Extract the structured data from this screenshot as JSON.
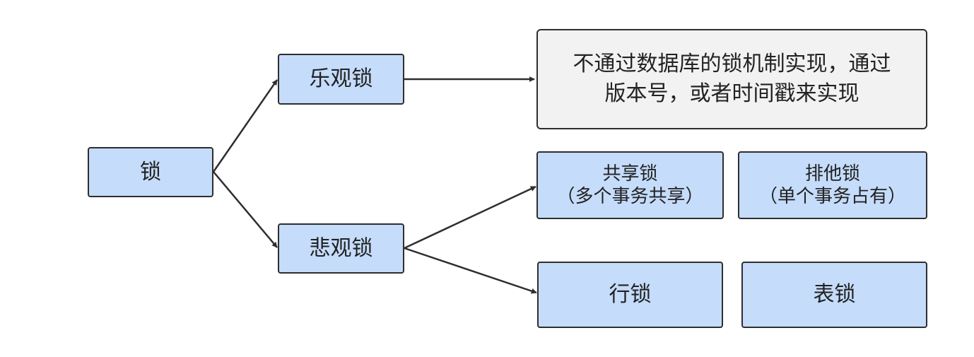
{
  "diagram": {
    "root": {
      "label": "锁"
    },
    "optimistic": {
      "label": "乐观锁",
      "note": {
        "line1": "不通过数据库的锁机制实现，通过",
        "line2": "版本号，或者时间戳来实现"
      }
    },
    "pessimistic": {
      "label": "悲观锁",
      "shared": {
        "title": "共享锁",
        "desc": "（多个事务共享）"
      },
      "exclusive": {
        "title": "排他锁",
        "desc": "（单个事务占有）"
      },
      "row": {
        "label": "行锁"
      },
      "table": {
        "label": "表锁"
      }
    }
  },
  "colors": {
    "node_fill": "#c5dcfb",
    "note_fill": "#f2f2f2",
    "border": "#2e2e2e",
    "arrow": "#2e2e2e"
  }
}
